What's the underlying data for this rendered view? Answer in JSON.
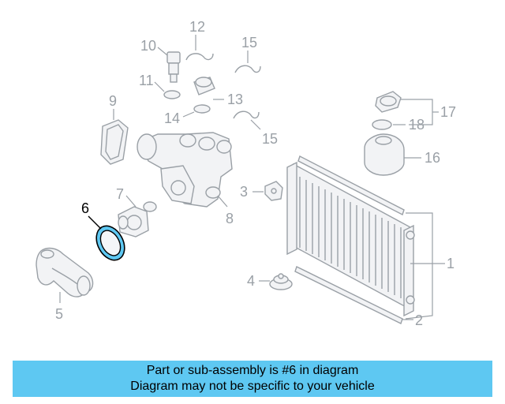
{
  "diagram": {
    "callouts": [
      "1",
      "2",
      "3",
      "4",
      "5",
      "6",
      "7",
      "8",
      "9",
      "10",
      "11",
      "12",
      "13",
      "14",
      "15",
      "15",
      "16",
      "17",
      "18"
    ],
    "highlight_part": "6",
    "highlight_color": "#5ec8f2"
  },
  "banner": {
    "line1": "Part or sub-assembly is #6 in diagram",
    "line2": "Diagram may not be specific to your vehicle",
    "color": "#5ec8f2"
  }
}
